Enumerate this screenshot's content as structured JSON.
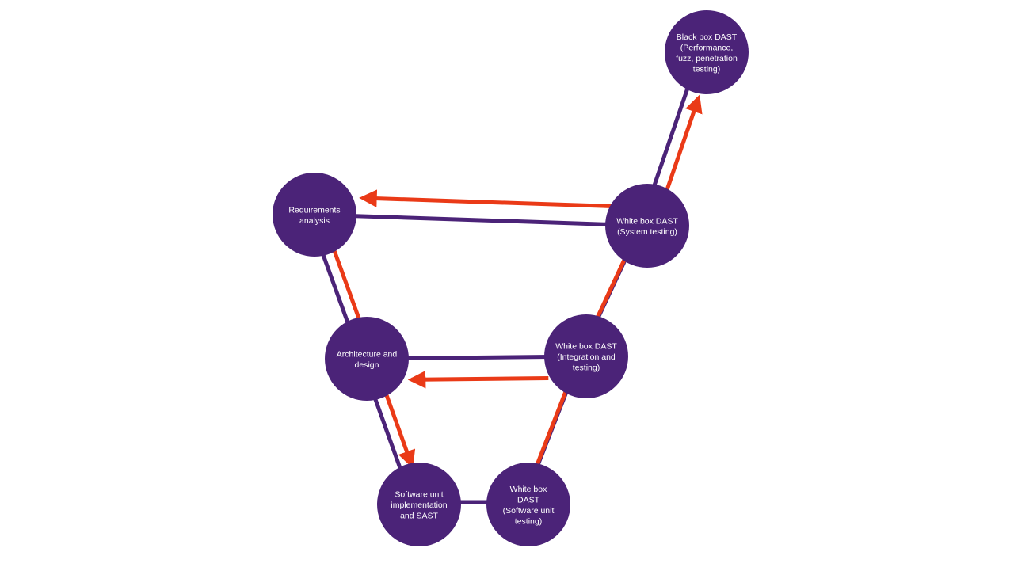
{
  "diagram": {
    "colors": {
      "node_fill": "#4b2378",
      "connector": "#4b2378",
      "flow_arrow": "#ea3a17",
      "label_text": "#ffffff",
      "background": "#ffffff"
    },
    "nodes": [
      {
        "id": "requirements",
        "lines": [
          "Requirements",
          "analysis"
        ]
      },
      {
        "id": "architecture",
        "lines": [
          "Architecture and",
          "design"
        ]
      },
      {
        "id": "software-unit",
        "lines": [
          "Software unit",
          "implementation",
          "and SAST"
        ]
      },
      {
        "id": "unit-testing",
        "lines": [
          "White box",
          "DAST",
          "(Software unit",
          "testing)"
        ]
      },
      {
        "id": "integration",
        "lines": [
          "White box DAST",
          "(Integration and",
          "testing)"
        ]
      },
      {
        "id": "system",
        "lines": [
          "White box DAST",
          "(System testing)"
        ]
      },
      {
        "id": "black-box",
        "lines": [
          "Black box DAST",
          "(Performance,",
          "fuzz, penetration",
          "testing)"
        ]
      }
    ],
    "connectors": [
      {
        "from": "requirements",
        "to": "system"
      },
      {
        "from": "architecture",
        "to": "integration"
      },
      {
        "from": "software-unit",
        "to": "unit-testing"
      },
      {
        "from": "requirements",
        "to": "architecture"
      },
      {
        "from": "architecture",
        "to": "software-unit"
      },
      {
        "from": "unit-testing",
        "to": "integration"
      },
      {
        "from": "integration",
        "to": "system"
      },
      {
        "from": "system",
        "to": "black-box"
      }
    ],
    "flow_arrows": [
      {
        "from": "requirements",
        "to": "architecture",
        "arrowhead": false
      },
      {
        "from": "architecture",
        "to": "software-unit",
        "arrowhead": true
      },
      {
        "from": "unit-testing",
        "to": "integration",
        "arrowhead": false
      },
      {
        "from": "integration",
        "to": "system",
        "arrowhead": false
      },
      {
        "from": "system",
        "to": "black-box",
        "arrowhead": true
      },
      {
        "from": "system",
        "to": "requirements",
        "arrowhead": true
      },
      {
        "from": "integration",
        "to": "architecture",
        "arrowhead": true
      }
    ]
  }
}
